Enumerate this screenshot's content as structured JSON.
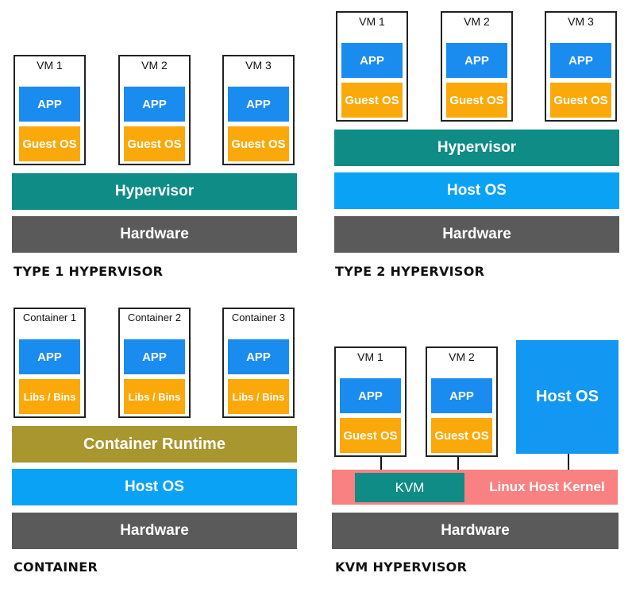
{
  "type1": {
    "vms": [
      {
        "label": "VM 1",
        "app": "APP",
        "os": "Guest OS"
      },
      {
        "label": "VM 2",
        "app": "APP",
        "os": "Guest OS"
      },
      {
        "label": "VM 3",
        "app": "APP",
        "os": "Guest OS"
      }
    ],
    "hypervisor": "Hypervisor",
    "hardware": "Hardware",
    "caption": "TYPE 1 HYPERVISOR"
  },
  "type2": {
    "vms": [
      {
        "label": "VM 1",
        "app": "APP",
        "os": "Guest OS"
      },
      {
        "label": "VM 2",
        "app": "APP",
        "os": "Guest OS"
      },
      {
        "label": "VM 3",
        "app": "APP",
        "os": "Guest OS"
      }
    ],
    "hypervisor": "Hypervisor",
    "host_os": "Host OS",
    "hardware": "Hardware",
    "caption": "TYPE 2 HYPERVISOR"
  },
  "container": {
    "boxes": [
      {
        "label": "Container 1",
        "app": "APP",
        "libs": "Libs / Bins"
      },
      {
        "label": "Container 2",
        "app": "APP",
        "libs": "Libs / Bins"
      },
      {
        "label": "Container 3",
        "app": "APP",
        "libs": "Libs / Bins"
      }
    ],
    "runtime": "Container Runtime",
    "host_os": "Host OS",
    "hardware": "Hardware",
    "caption": "CONTAINER"
  },
  "kvm": {
    "vms": [
      {
        "label": "VM 1",
        "app": "APP",
        "os": "Guest OS"
      },
      {
        "label": "VM 2",
        "app": "APP",
        "os": "Guest OS"
      }
    ],
    "host_os": "Host OS",
    "kvm": "KVM",
    "kernel": "Linux Host Kernel",
    "hardware": "Hardware",
    "caption": "KVM HYPERVISOR"
  },
  "colors": {
    "app": "#1a8cf0",
    "guest_os": "#fba90a",
    "hypervisor": "#0f8c85",
    "hardware": "#5a5a5a",
    "host_os": "#0aa2f5",
    "runtime": "#a8972e",
    "kernel": "#f98181"
  }
}
